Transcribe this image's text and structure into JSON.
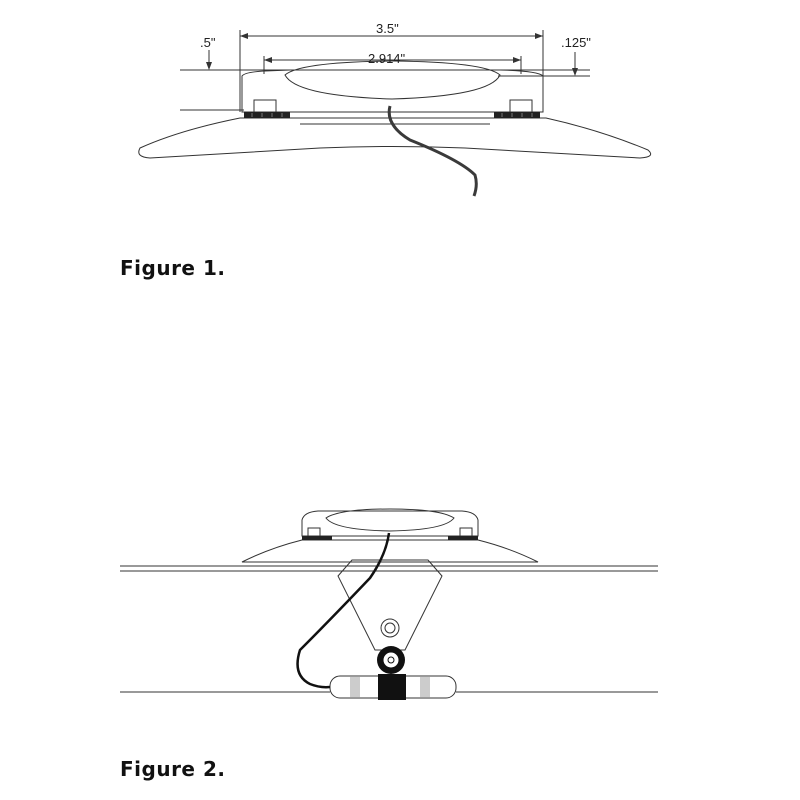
{
  "figure1": {
    "caption": "Figure 1.",
    "dimensions": {
      "height_left": ".5\"",
      "overall_width": "3.5\"",
      "inner_width": "2.914\"",
      "height_right": ".125\""
    }
  },
  "figure2": {
    "caption": "Figure 2."
  },
  "colors": {
    "line": "#333333",
    "cable": "#3a3a3a",
    "pad": "#222222"
  }
}
